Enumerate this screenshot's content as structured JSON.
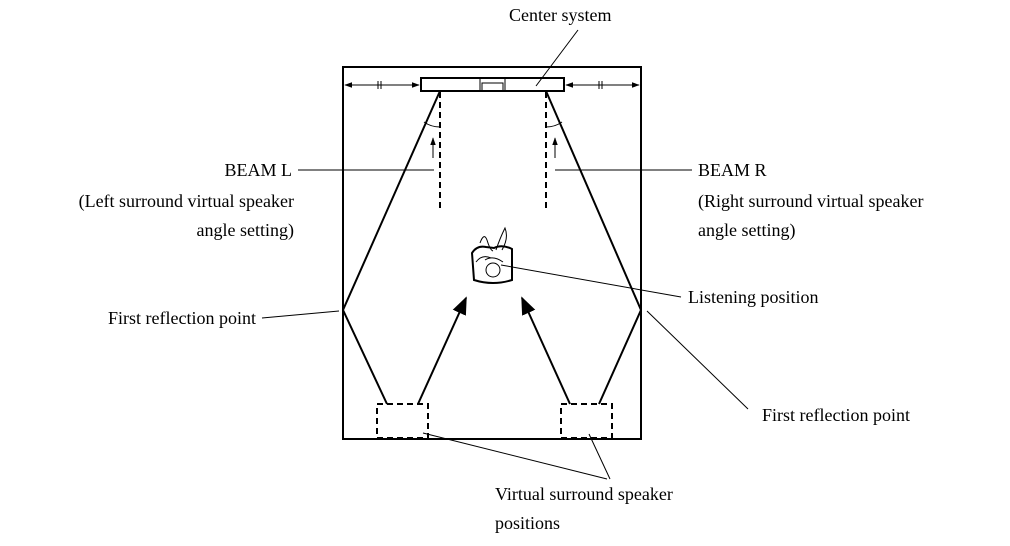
{
  "labels": {
    "center_system": "Center system",
    "beam_l": "BEAM L",
    "beam_l_desc_1": "(Left surround virtual speaker",
    "beam_l_desc_2": "angle setting)",
    "beam_r": "BEAM R",
    "beam_r_desc_1": "(Right surround virtual speaker",
    "beam_r_desc_2": "angle setting)",
    "first_reflection_left": "First reflection point",
    "first_reflection_right": "First reflection point",
    "listening_position": "Listening position",
    "virtual_positions_1": "Virtual surround speaker",
    "virtual_positions_2": "positions"
  }
}
